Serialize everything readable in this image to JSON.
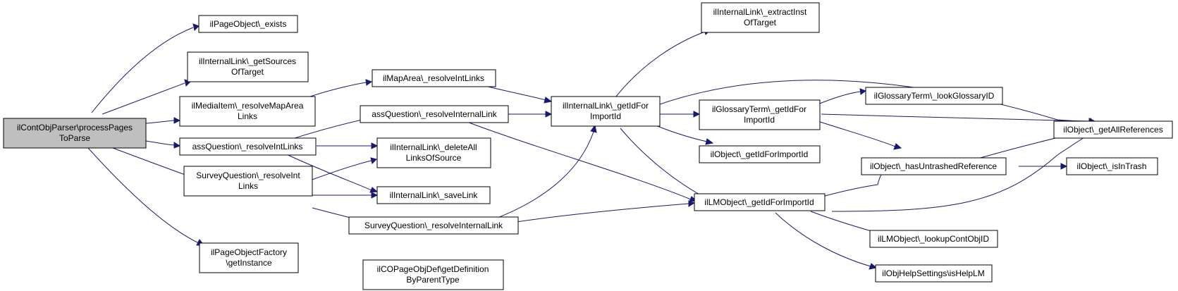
{
  "colors": {
    "edge": "#191970",
    "root_fill": "#bfbfbf",
    "node_fill": "#ffffff",
    "border": "#000000"
  },
  "nodes": {
    "root": [
      "ilContObjParser\\processPages",
      "ToParse"
    ],
    "page_exists": [
      "ilPageObject\\_exists"
    ],
    "get_sources": [
      "ilInternalLink\\_getSources",
      "OfTarget"
    ],
    "media_resolve": [
      "ilMediaItem\\_resolveMapArea",
      "Links"
    ],
    "ass_resolve_int": [
      "assQuestion\\_resolveIntLinks"
    ],
    "survey_resolve_int": [
      "SurveyQuestion\\_resolveInt",
      "Links"
    ],
    "page_factory": [
      "ilPageObjectFactory",
      "\\getInstance"
    ],
    "maparea_resolve": [
      "ilMapArea\\_resolveIntLinks"
    ],
    "ass_resolve_internal": [
      "assQuestion\\_resolveInternalLink"
    ],
    "delete_all": [
      "ilInternalLink\\_deleteAll",
      "LinksOfSource"
    ],
    "save_link": [
      "ilInternalLink\\_saveLink"
    ],
    "survey_resolve_internal": [
      "SurveyQuestion\\_resolveInternalLink"
    ],
    "copage_def": [
      "ilCOPageObjDef\\getDefinition",
      "ByParentType"
    ],
    "il_get_id": [
      "ilInternalLink\\_getIdFor",
      "ImportId"
    ],
    "il_extract": [
      "ilInternalLink\\_extractInst",
      "OfTarget"
    ],
    "glossary_get_id": [
      "ilGlossaryTerm\\_getIdFor",
      "ImportId"
    ],
    "obj_get_id": [
      "ilObject\\_getIdForImportId"
    ],
    "lm_get_id": [
      "ilLMObject\\_getIdForImportId"
    ],
    "glossary_lookup": [
      "ilGlossaryTerm\\_lookGlossaryID"
    ],
    "untrashed": [
      "ilObject\\_hasUntrashedReference"
    ],
    "lookup_cont": [
      "ilLMObject\\_lookupContObjID"
    ],
    "help_lm": [
      "ilObjHelpSettings\\isHelpLM"
    ],
    "all_refs": [
      "ilObject\\_getAllReferences"
    ],
    "in_trash": [
      "ilObject\\_isInTrash"
    ]
  }
}
